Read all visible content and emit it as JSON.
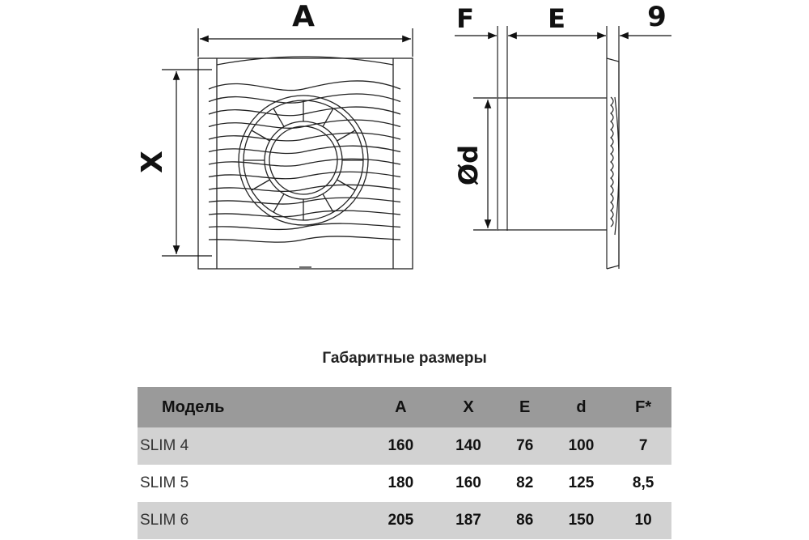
{
  "diagram": {
    "front_labels": {
      "width": "A",
      "height": "X"
    },
    "side_labels": {
      "flange": "F",
      "depth": "E",
      "grille": "9",
      "diameter": "Ød"
    }
  },
  "table": {
    "title": "Габаритные размеры",
    "headers": [
      "Модель",
      "A",
      "X",
      "E",
      "d",
      "F*"
    ],
    "rows": [
      [
        "SLIM 4",
        "160",
        "140",
        "76",
        "100",
        "7"
      ],
      [
        "SLIM 5",
        "180",
        "160",
        "82",
        "125",
        "8,5"
      ],
      [
        "SLIM 6",
        "205",
        "187",
        "86",
        "150",
        "10"
      ]
    ]
  }
}
